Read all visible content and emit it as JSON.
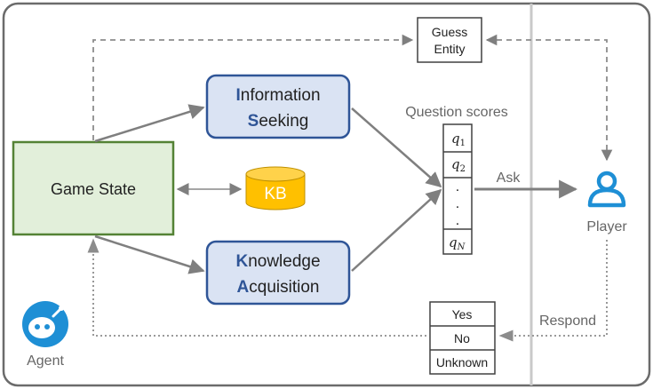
{
  "frame": {
    "divider": true
  },
  "game_state": {
    "label": "Game State"
  },
  "kb": {
    "label": "KB"
  },
  "info_seeking": {
    "line1_first": "I",
    "line1_rest": "nformation",
    "line2_first": "S",
    "line2_rest": "eeking"
  },
  "knowledge_acquisition": {
    "line1_first": "K",
    "line1_rest": "nowledge",
    "line2_first": "A",
    "line2_rest": "cquisition"
  },
  "question_scores": {
    "title": "Question scores",
    "q1_var": "q",
    "q1_sub": "1",
    "q2_var": "q",
    "q2_sub": "2",
    "qn_var": "q",
    "qn_sub": "N",
    "ellipsis": "."
  },
  "guess_entity": {
    "line1": "Guess",
    "line2": "Entity"
  },
  "ask": {
    "label": "Ask"
  },
  "player": {
    "label": "Player",
    "icon": "person-icon"
  },
  "respond": {
    "label": "Respond"
  },
  "answers": {
    "yes": "Yes",
    "no": "No",
    "unknown": "Unknown"
  },
  "agent": {
    "label": "Agent",
    "icon": "robot-icon"
  },
  "colors": {
    "green_box_fill": "#e2efda",
    "green_box_stroke": "#548235",
    "blue_box_fill": "#dae3f3",
    "blue_box_stroke": "#2f5597",
    "kb_fill": "#ffc000",
    "icon_blue": "#1e8fd5",
    "arrow_gray": "#7f7f7f"
  }
}
